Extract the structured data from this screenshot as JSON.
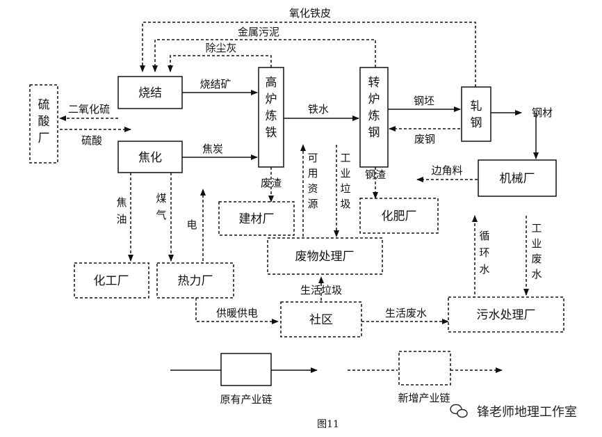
{
  "boxes": {
    "sinter": "烧结",
    "coking": "焦化",
    "blast_furnace": "高炉炼铁",
    "converter": "转炉炼钢",
    "rolling": "轧钢",
    "sulfuric_acid_plant": "硫酸厂",
    "building_material_plant": "建材厂",
    "fertilizer_plant": "化肥厂",
    "waste_treatment_plant": "废物处理厂",
    "chemical_plant": "化工厂",
    "thermal_plant": "热力厂",
    "community": "社区",
    "sewage_plant": "污水处理厂",
    "machinery_plant": "机械厂"
  },
  "flows": {
    "iron_oxide_scale": "氧化铁皮",
    "metal_sludge": "金属污泥",
    "dust_removal_ash": "除尘灰",
    "sinter_ore": "烧结矿",
    "sulfur_dioxide": "二氧化硫",
    "sulfuric_acid": "硫酸",
    "coke": "焦炭",
    "molten_iron": "铁水",
    "billet": "钢坯",
    "scrap_steel": "废钢",
    "steel_product": "钢材",
    "offcuts": "边角料",
    "slag_bf": "废渣",
    "slag_steel": "钢渣",
    "usable_resources": "可用资源",
    "industrial_waste": "工业垃圾",
    "tar": "焦油",
    "coal_gas": "煤气",
    "electricity": "电",
    "heating_power": "供暖供电",
    "domestic_garbage": "生活垃圾",
    "domestic_wastewater": "生活废水",
    "circulating_water": "循环水",
    "industrial_wastewater": "工业废水"
  },
  "legend": {
    "original_chain": "原有产业链",
    "new_chain": "新增产业链"
  },
  "caption": "图11",
  "watermark": "锋老师地理工作室"
}
